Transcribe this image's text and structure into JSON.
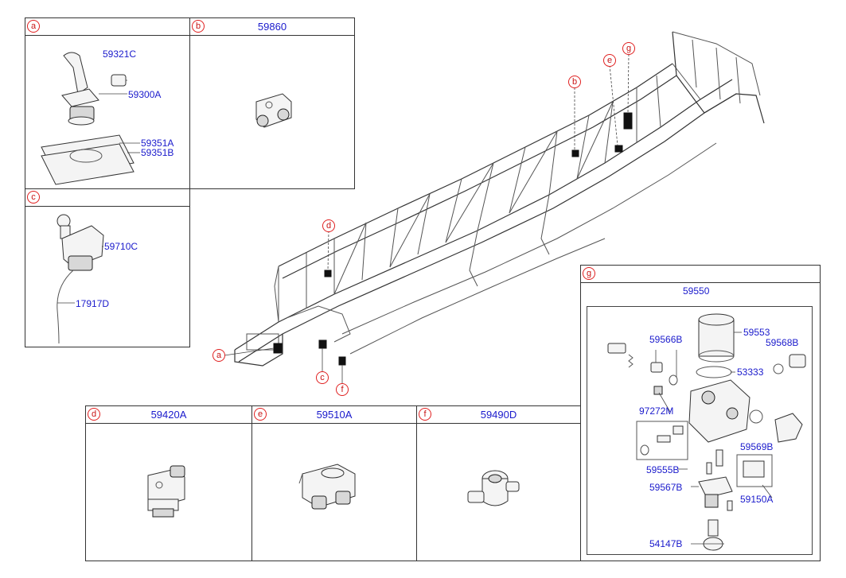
{
  "insets": {
    "a": {
      "letter": "a",
      "title": "",
      "parts": [
        "59321C",
        "59300A",
        "59351A",
        "59351B"
      ]
    },
    "b": {
      "letter": "b",
      "title": "59860",
      "parts": []
    },
    "c": {
      "letter": "c",
      "title": "",
      "parts": [
        "59710C",
        "17917D"
      ]
    },
    "d": {
      "letter": "d",
      "title": "59420A",
      "parts": []
    },
    "e": {
      "letter": "e",
      "title": "59510A",
      "parts": []
    },
    "f": {
      "letter": "f",
      "title": "59490D",
      "parts": []
    },
    "g": {
      "letter": "g",
      "title": "",
      "assembly": "59550",
      "parts": [
        "59566B",
        "59553",
        "59568B",
        "53333",
        "97272M",
        "59569B",
        "59555B",
        "59567B",
        "59150A",
        "54147B"
      ]
    }
  },
  "callouts": [
    "a",
    "b",
    "c",
    "d",
    "e",
    "f",
    "g"
  ]
}
